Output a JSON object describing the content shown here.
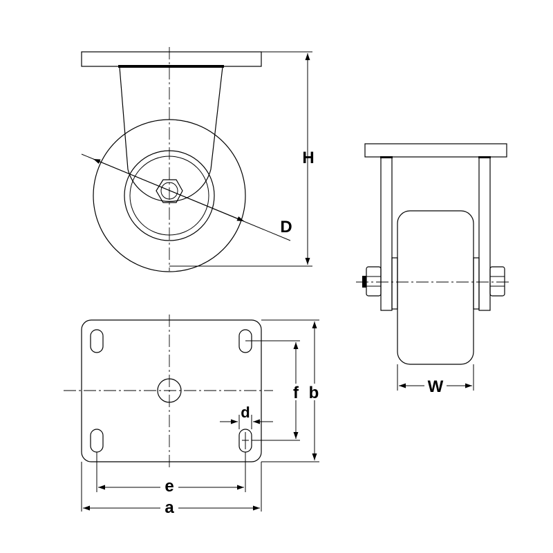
{
  "labels": {
    "H": "H",
    "D": "D",
    "W": "W",
    "a": "a",
    "b": "b",
    "e": "e",
    "f": "f",
    "d": "d"
  }
}
